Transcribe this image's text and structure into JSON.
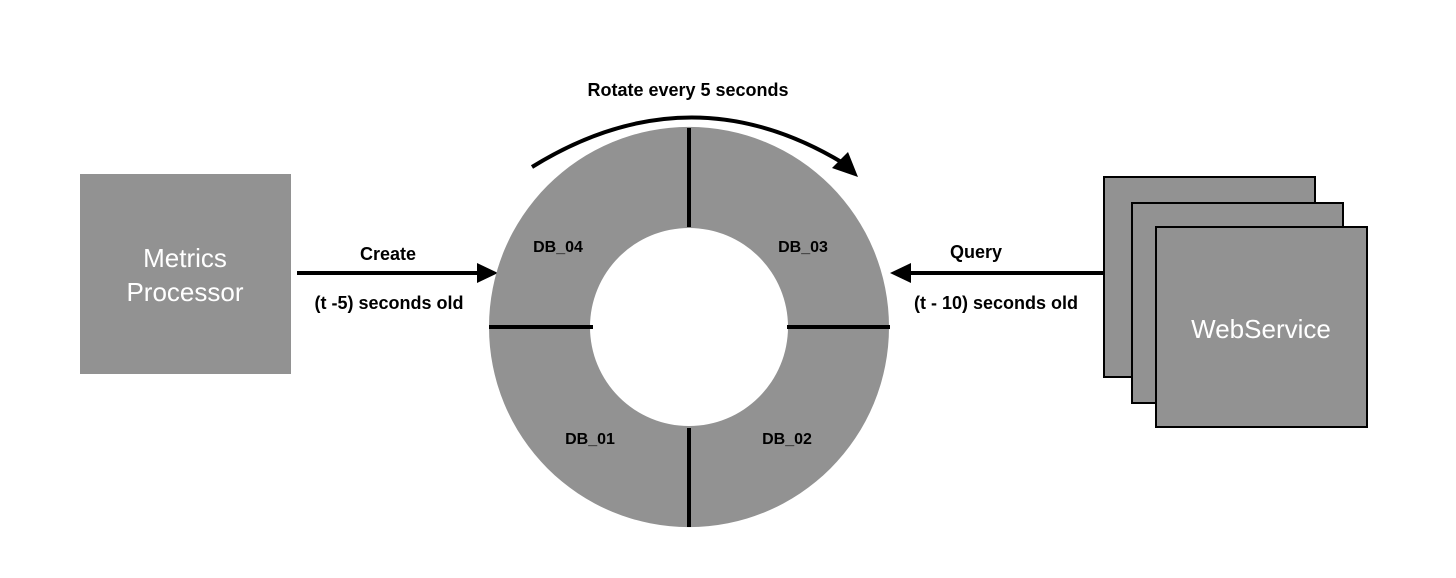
{
  "colors": {
    "box_fill": "#929292",
    "ring_fill": "#929292",
    "line": "#000000",
    "label_on_gray": "#ffffff",
    "background": "#ffffff"
  },
  "metrics_processor": {
    "label_line1": "Metrics",
    "label_line2": "Processor"
  },
  "webservice": {
    "label": "WebService",
    "stack_count": 3
  },
  "ring": {
    "rotation_label": "Rotate every 5 seconds",
    "segments": {
      "top_left": "DB_04",
      "top_right": "DB_03",
      "bottom_left": "DB_01",
      "bottom_right": "DB_02"
    }
  },
  "create_arrow": {
    "label": "Create",
    "sublabel": "(t -5) seconds old"
  },
  "query_arrow": {
    "label": "Query",
    "sublabel": "(t - 10) seconds old"
  }
}
